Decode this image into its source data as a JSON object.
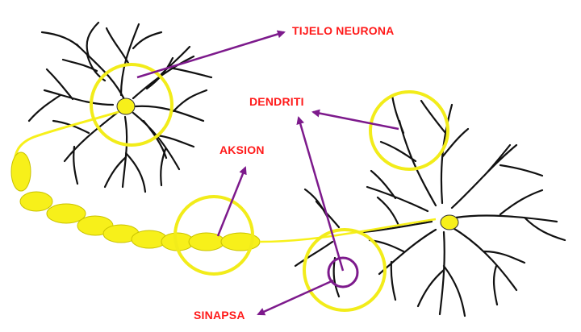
{
  "labels": {
    "soma": "TIJELO NEURONA",
    "dendrites": "DENDRITI",
    "axon": "AKSION",
    "synapse": "SINAPSA"
  },
  "colors": {
    "label_text": "#ff1a1a",
    "arrow": "#7d1a8c",
    "highlight_circle": "#f2ec1a",
    "axon_fill": "#f7f01a",
    "neuron_ink": "#111111"
  }
}
